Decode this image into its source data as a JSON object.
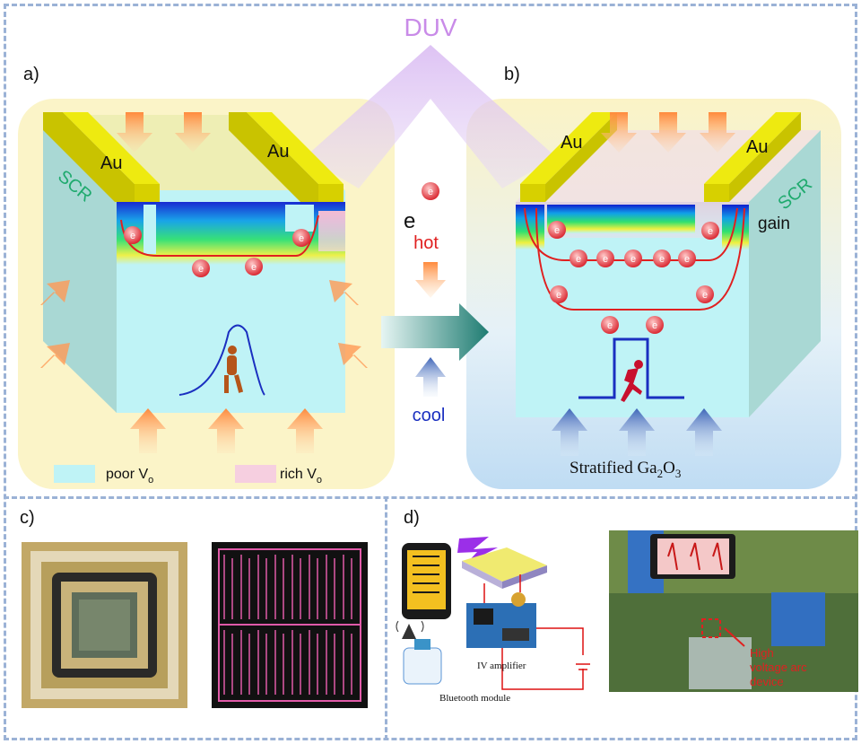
{
  "panels": {
    "a": {
      "label": "a)"
    },
    "b": {
      "label": "b)"
    },
    "c": {
      "label": "c)"
    },
    "d": {
      "label": "d)"
    }
  },
  "top": {
    "duv": "DUV",
    "electron_symbol": "e",
    "e_letter": "e",
    "hot": "hot",
    "cool": "cool"
  },
  "panel_a": {
    "au_left": "Au",
    "au_right": "Au",
    "scr": "SCR",
    "legend_poor_main": "poor V",
    "legend_poor_sub": "o",
    "legend_rich_main": "rich V",
    "legend_rich_sub": "o"
  },
  "panel_b": {
    "au_left": "Au",
    "au_right": "Au",
    "scr": "SCR",
    "gain": "gain",
    "caption_main": "Stratified Ga",
    "caption_sub1": "2",
    "caption_mid": "O",
    "caption_sub2": "3"
  },
  "panel_d": {
    "iv_amplifier": "IV amplifier",
    "bluetooth": "Bluetooth module",
    "hv_line1": "High",
    "hv_line2": "voltage arc",
    "hv_line3": "device"
  },
  "colors": {
    "duv": "#c98be8",
    "scr": "#1faa6e",
    "hot": "#e02020",
    "cool": "#1a2fc0",
    "electrode": "#e8e010",
    "poor_vo": "#bff3f6",
    "rich_vo": "#f6cfe0",
    "frame": "#9bb2d6"
  }
}
